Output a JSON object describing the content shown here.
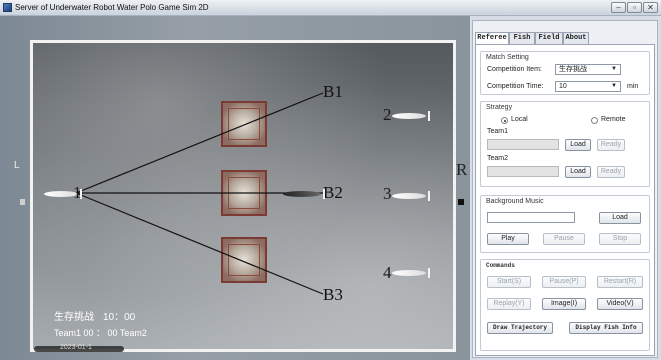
{
  "window": {
    "title": "Server of Underwater Robot Water Polo Game Sim 2D",
    "min_glyph": "–",
    "max_glyph": "▫",
    "close_glyph": "✕"
  },
  "arena": {
    "side_left": "L",
    "side_right": "R",
    "obstacle_labels": [
      "B1",
      "B2",
      "B3"
    ],
    "fish_numbers": [
      "1",
      "2",
      "3",
      "4"
    ],
    "competition_mode": "生存挑战",
    "time": "10：00",
    "score_line": "Team1   00 ： 00   Team2",
    "bottom_text": "2023-01-1"
  },
  "panel": {
    "tabs": [
      "Referee",
      "Fish",
      "Field",
      "About"
    ],
    "match_setting": {
      "title": "Match Setting",
      "item_label": "Competition Item:",
      "item_value": "生存挑战",
      "time_label": "Competition Time:",
      "time_value": "10",
      "time_unit": "min"
    },
    "strategy": {
      "title": "Strategy",
      "local": "Local",
      "remote": "Remote",
      "team1": "Team1",
      "team2": "Team2",
      "load": "Load",
      "ready": "Ready"
    },
    "music": {
      "title": "Background Music",
      "load": "Load",
      "play": "Play",
      "pause": "Pause",
      "stop": "Stop"
    },
    "commands": {
      "title": "Commands",
      "start": "Start(S)",
      "pause": "Pause(P)",
      "restart": "Restart(R)",
      "replay": "Replay(Y)",
      "image": "Image(I)",
      "video": "Video(V)",
      "draw": "Draw Trajectory",
      "display": "Display Fish Info"
    }
  }
}
